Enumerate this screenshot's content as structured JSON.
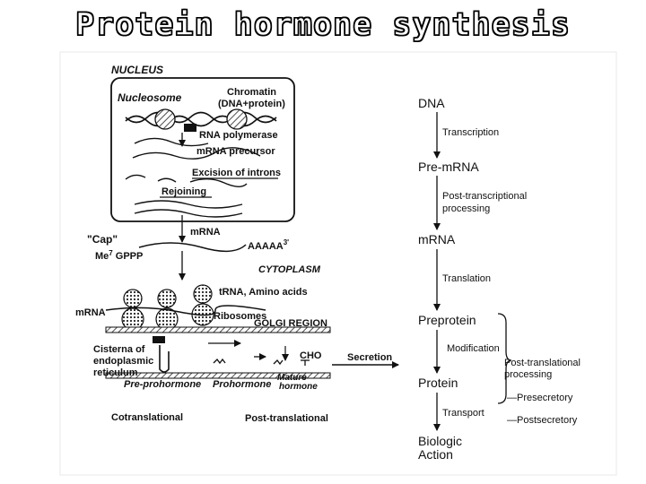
{
  "title": "Protein hormone synthesis",
  "diagram": {
    "nucleus": "NUCLEUS",
    "nucleosome": "Nucleosome",
    "chromatin_1": "Chromatin",
    "chromatin_2": "(DNA+protein)",
    "rna_polymerase": "RNA polymerase",
    "mrna_precursor": "mRNA precursor",
    "excision": "Excision of introns",
    "rejoining": "Rejoining",
    "cap": "\"Cap\"",
    "mrna_top": "mRNA",
    "polya": "AAAAA",
    "polya_sup": "3'",
    "me_gppp": "Me",
    "me_sup": "7",
    "gppp": " GPPP",
    "cytoplasm": "CYTOPLASM",
    "trna": "tRNA, Amino acids",
    "mrna_left": "mRNA",
    "ribosomes": "Ribosomes",
    "golgi": "GOLGI REGION",
    "cisterna_1": "Cisterna of",
    "cisterna_2": "endoplasmic",
    "cisterna_3": "reticulum",
    "cho": "CHO",
    "secretion": "Secretion",
    "mature_1": "Mature",
    "mature_2": "hormone",
    "pre_prohormone": "Pre-prohormone",
    "prohormone": "Prohormone",
    "cotranslational": "Cotranslational",
    "post_translational": "Post-translational"
  },
  "flow": {
    "dna": "DNA",
    "transcription": "Transcription",
    "pre_mrna": "Pre-mRNA",
    "post_transcriptional_1": "Post-transcriptional",
    "post_transcriptional_2": "processing",
    "mrna": "mRNA",
    "translation": "Translation",
    "preprotein": "Preprotein",
    "modification": "Modification",
    "protein": "Protein",
    "transport": "Transport",
    "biologic_1": "Biologic",
    "biologic_2": "Action",
    "ptp_1": "Post-translational",
    "ptp_2": "processing",
    "presecretory": "—Presecretory",
    "postsecretory": "—Postsecretory"
  }
}
